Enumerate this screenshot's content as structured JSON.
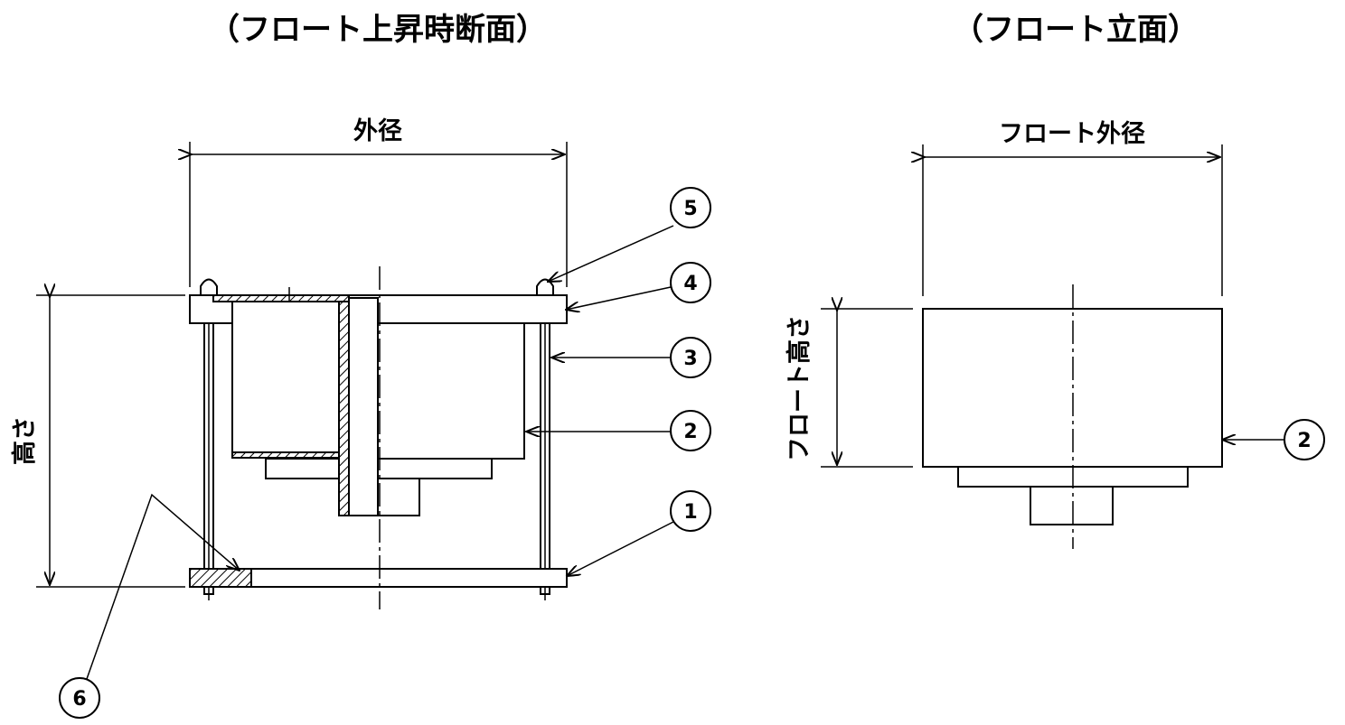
{
  "left_view": {
    "title": "（フロート上昇時断面）",
    "dim_width_label": "外径",
    "dim_height_label": "高さ"
  },
  "right_view": {
    "title": "（フロート立面）",
    "dim_width_label": "フロート外径",
    "dim_height_label": "フロート高さ"
  },
  "callouts": {
    "c1": "1",
    "c2": "2",
    "c3": "3",
    "c4": "4",
    "c5": "5",
    "c6": "6",
    "c2_elevation": "2"
  }
}
